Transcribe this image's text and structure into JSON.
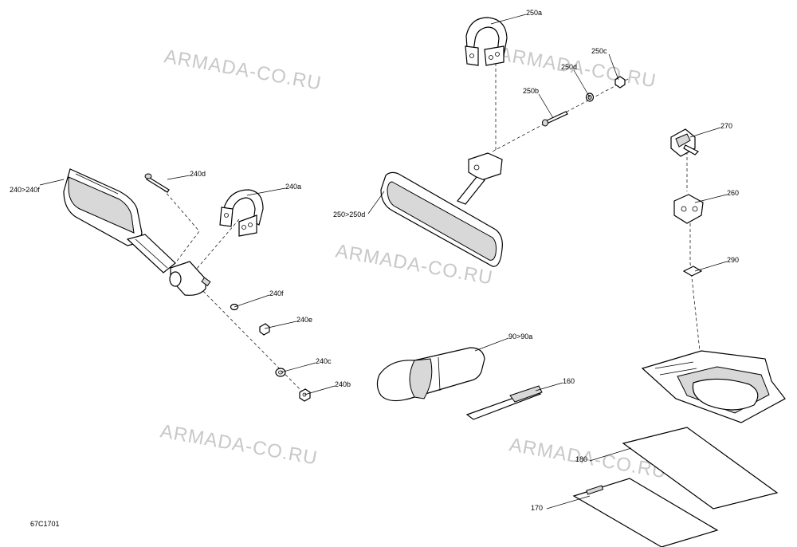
{
  "diagram_id": "67C1701",
  "watermark": "ARMADA-CO.RU",
  "callouts": {
    "c240_240f": "240>240f",
    "c240d": "240d",
    "c240a": "240a",
    "c240f": "240f",
    "c240e": "240e",
    "c240c": "240c",
    "c240b": "240b",
    "c250a": "250a",
    "c250c": "250c",
    "c250d": "250d",
    "c250b": "250b",
    "c250_250d": "250>250d",
    "c270": "270",
    "c260": "260",
    "c290": "290",
    "c90_90a": "90>90a",
    "c160": "160",
    "c180": "180",
    "c170": "170"
  }
}
